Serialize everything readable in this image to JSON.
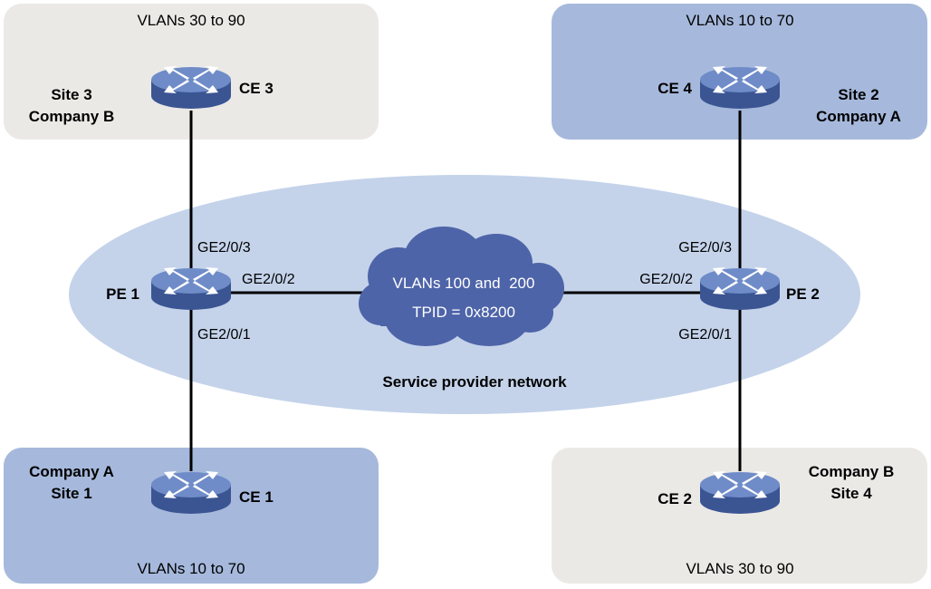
{
  "colors": {
    "site_gray": "#ebe9e6",
    "site_blue": "#a6b9dc",
    "provider_ellipse": "#c4d3ea",
    "cloud": "#4e64a8",
    "router_dark": "#3b5593",
    "router_light": "#6f8cc9",
    "link": "#000000"
  },
  "sites": {
    "site3": {
      "vlans": "VLANs 30 to 90",
      "name_line1": "Site 3",
      "name_line2": "Company B",
      "ce": "CE 3"
    },
    "site2": {
      "vlans": "VLANs 10 to 70",
      "name_line1": "Site 2",
      "name_line2": "Company A",
      "ce": "CE 4"
    },
    "site1": {
      "vlans": "VLANs 10 to 70",
      "name_line1": "Company A",
      "name_line2": "Site 1",
      "ce": "CE 1"
    },
    "site4": {
      "vlans": "VLANs 30 to 90",
      "name_line1": "Company B",
      "name_line2": "Site 4",
      "ce": "CE 2"
    }
  },
  "provider": {
    "label": "Service provider network",
    "cloud_line1": "VLANs 100 and  200",
    "cloud_line2": "TPID = 0x8200"
  },
  "pe1": {
    "name": "PE 1",
    "port_up": "GE2/0/3",
    "port_right": "GE2/0/2",
    "port_down": "GE2/0/1"
  },
  "pe2": {
    "name": "PE 2",
    "port_up": "GE2/0/3",
    "port_left": "GE2/0/2",
    "port_down": "GE2/0/1"
  }
}
